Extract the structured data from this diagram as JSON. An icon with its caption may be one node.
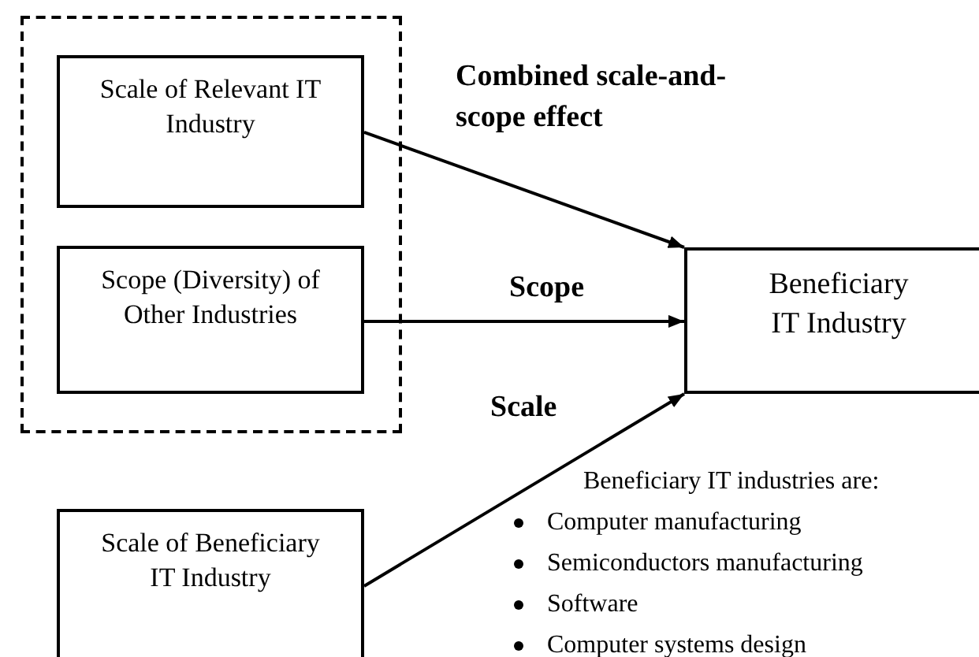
{
  "diagram": {
    "nodes": [
      {
        "text": [],
        "shape": "box"
      },
      {
        "text": [
          "Scale of Relevant IT Industry"
        ],
        "in": 0
      },
      {
        "text": [
          "Scope (Diversity) of Other Industries"
        ],
        "in": 0
      },
      {
        "text": [
          "Beneficiary IT Industry"
        ]
      },
      {
        "text": [
          "Scale of Beneficiary IT Industry"
        ]
      }
    ],
    "edges": [
      {
        "from": 1,
        "to": 3,
        "arrow": "to",
        "label": "Combined scale-and-scope effect"
      },
      {
        "from": 2,
        "to": 3,
        "arrow": "to",
        "label": "Scope"
      },
      {
        "from": 4,
        "to": 3,
        "arrow": "to",
        "label": "Scale"
      }
    ],
    "labels": [
      "Beneficiary IT industries are:",
      "Computer manufacturing",
      "Semiconductors manufacturing",
      "Software",
      "Computer systems design"
    ]
  }
}
